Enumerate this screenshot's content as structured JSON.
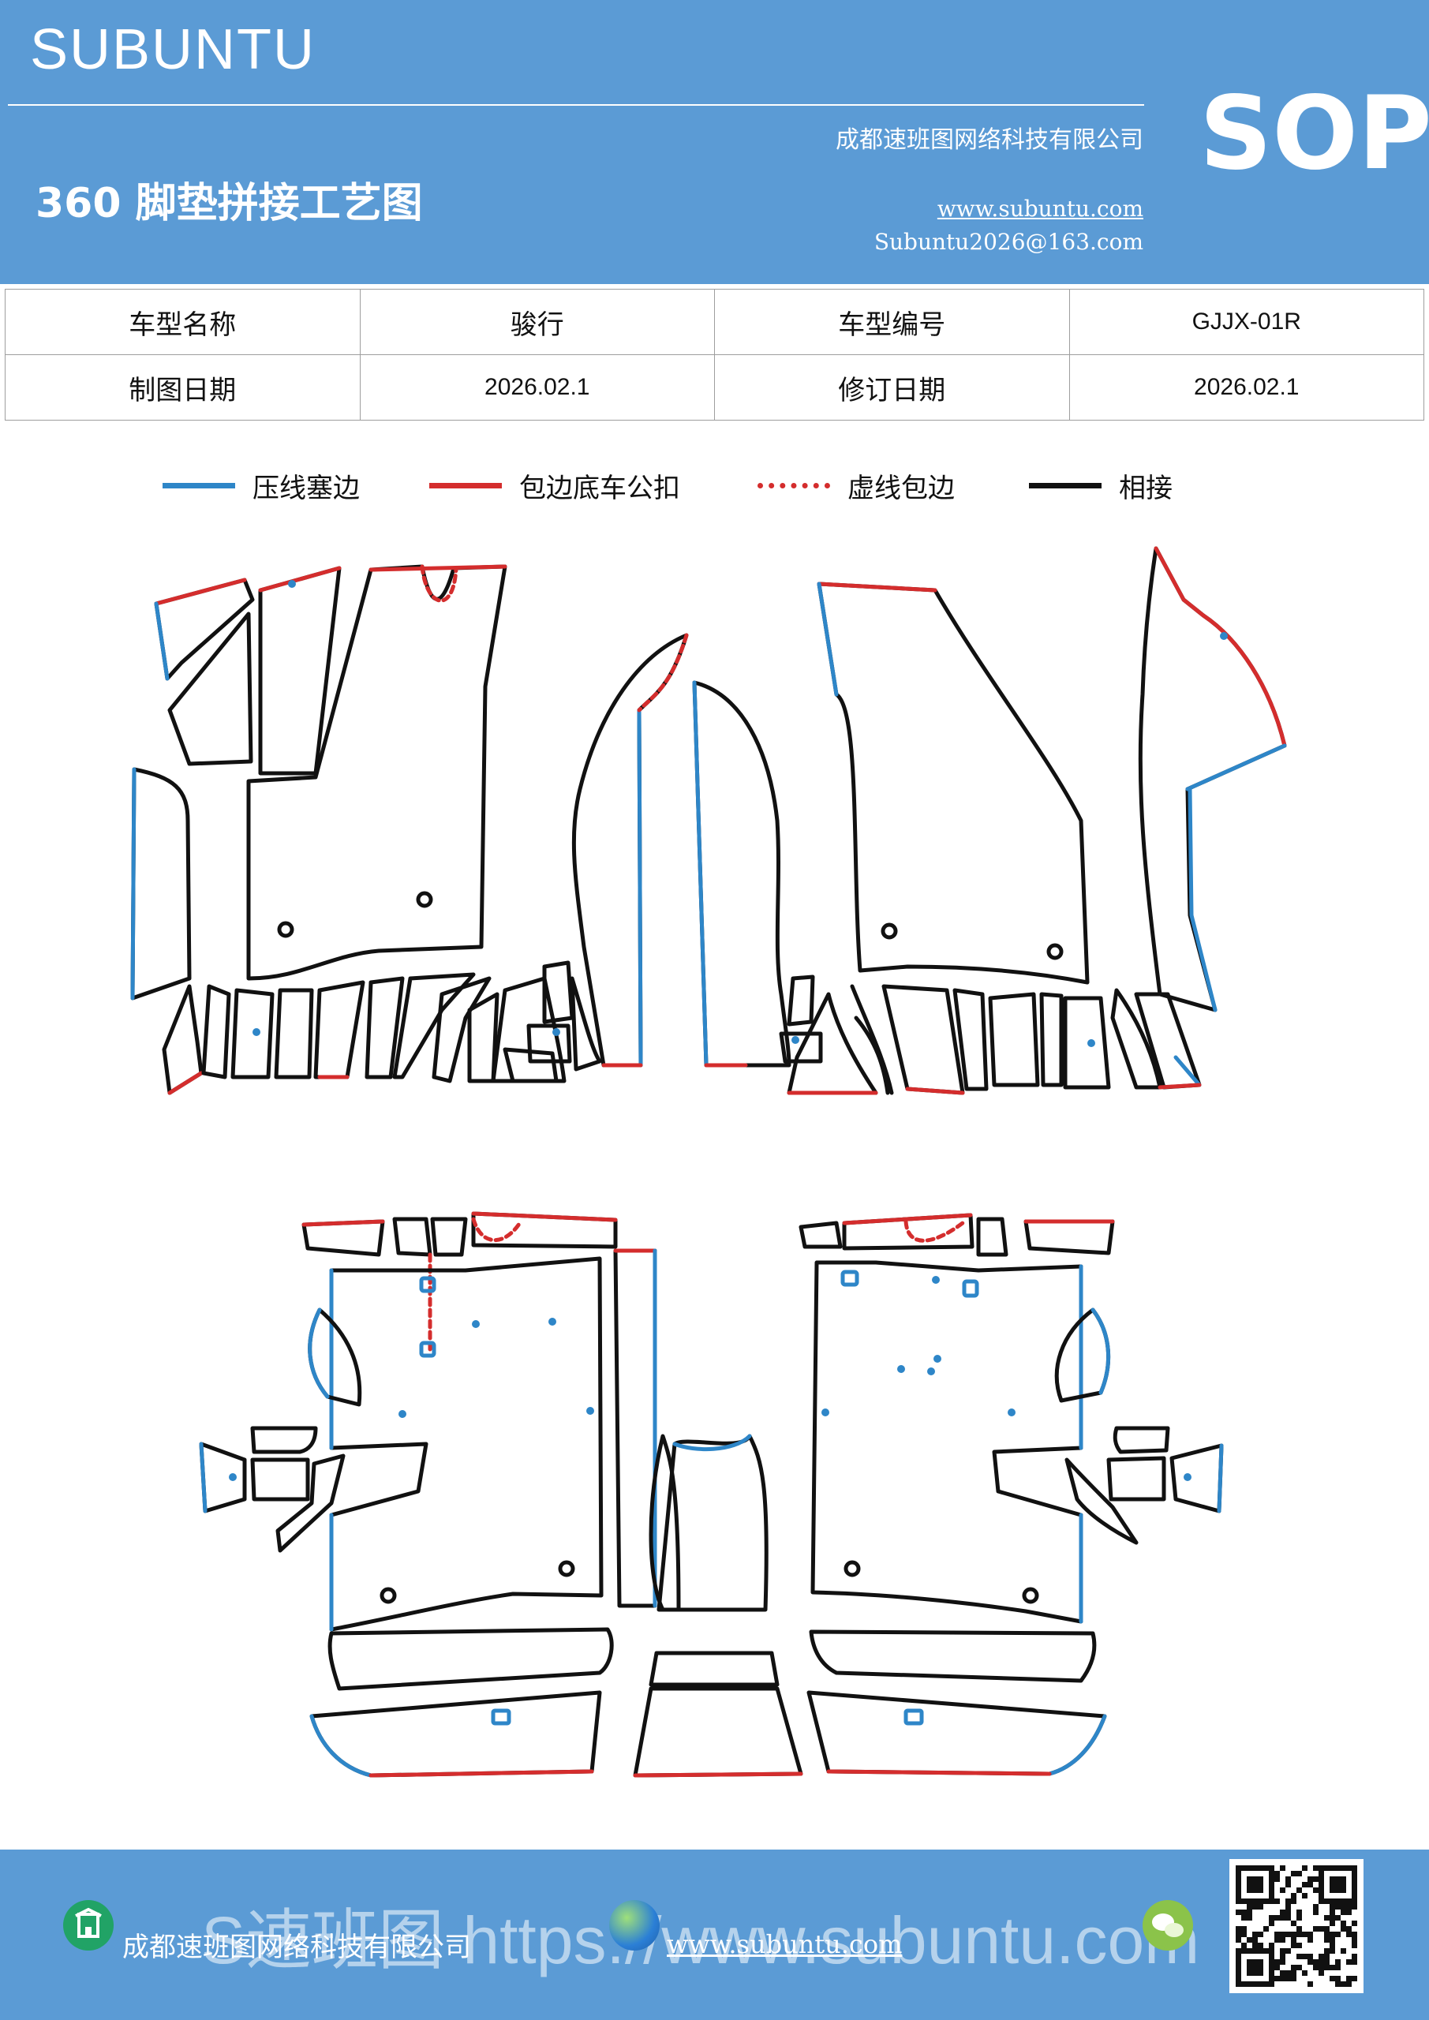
{
  "header": {
    "brand": "SUBUNTU",
    "sop": "SOP",
    "company": "成都速班图网络科技有限公司",
    "title": "360 脚垫拼接工艺图",
    "website": "www.subuntu.com",
    "email": "Subuntu2026@163.com",
    "background_color": "#5b9bd5"
  },
  "info_table": {
    "rows": [
      [
        "车型名称",
        "骏行",
        "车型编号",
        "GJJX-01R"
      ],
      [
        "制图日期",
        "2026.02.1",
        "修订日期",
        "2026.02.1"
      ]
    ]
  },
  "legend": [
    {
      "label": "压线塞边",
      "color": "#2e86c8",
      "style": "solid"
    },
    {
      "label": "包边底车公扣",
      "color": "#d42d2d",
      "style": "solid"
    },
    {
      "label": "虚线包边",
      "color": "#d42d2d",
      "style": "dotted"
    },
    {
      "label": "相接",
      "color": "#111111",
      "style": "solid"
    }
  ],
  "footer": {
    "company": "成都速班图网络科技有限公司",
    "website": "www.subuntu.com",
    "watermark": "S速班图 https://www.subuntu.com",
    "icons": [
      "building-icon",
      "globe-icon",
      "wechat-icon"
    ],
    "qr_label": "QR"
  }
}
